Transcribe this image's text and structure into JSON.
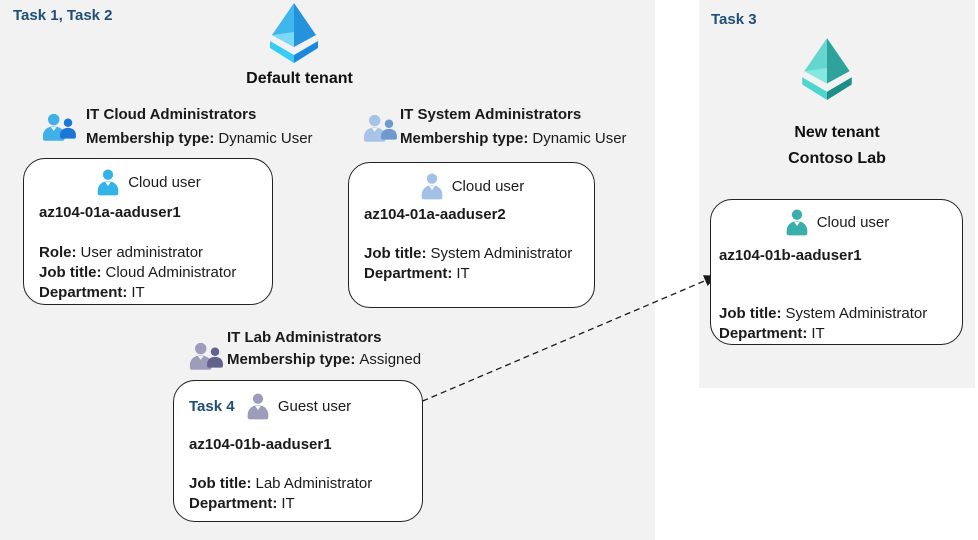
{
  "colors": {
    "panel_bg": "#f2f2f2",
    "card_bg": "#ffffff",
    "card_border": "#222222",
    "task_label": "#1f4e79",
    "text": "#1a1a1a",
    "arrow": "#1a1a1a",
    "white": "#ffffff",
    "tenant_blue": {
      "left": "#3fb6ec",
      "right": "#2492dc",
      "highlight": "#79d9f6",
      "band_left": "#36cdf4",
      "band_right": "#1d87de"
    },
    "tenant_teal": {
      "left": "#64d5cf",
      "right": "#2fa39b",
      "highlight": "#86e6e0",
      "band_left": "#4cd6cf",
      "band_right": "#1e8f88"
    },
    "group_blue": {
      "front": "#3fb0e8",
      "back": "#1b76d8"
    },
    "group_steel": {
      "front": "#a9c3e6",
      "back": "#6f9ad0"
    },
    "group_gray": {
      "front": "#9d9dbb",
      "back": "#62628c"
    },
    "user_blue": "#33b4e8",
    "user_steel": "#a3c0e6",
    "user_gray": "#9d9dbb",
    "user_teal": "#3aaeab",
    "notch_on_card": "#ffffff",
    "notch_on_panel": "#f2f2f2"
  },
  "left_panel": {
    "task_label": "Task 1, Task 2",
    "tenant_name": "Default tenant",
    "groups": [
      {
        "title": "IT Cloud Administrators",
        "membership_label": "Membership type:",
        "membership_value": "Dynamic User"
      },
      {
        "title": "IT System Administrators",
        "membership_label": "Membership type:",
        "membership_value": "Dynamic User"
      },
      {
        "title": "IT Lab Administrators",
        "membership_label": "Membership type:",
        "membership_value": "Assigned"
      }
    ],
    "cards": [
      {
        "user_type": "Cloud user",
        "name": "az104-01a-aaduser1",
        "rows": [
          {
            "label": "Role:",
            "value": "User administrator"
          },
          {
            "label": "Job title:",
            "value": "Cloud Administrator"
          },
          {
            "label": "Department:",
            "value": "IT"
          }
        ]
      },
      {
        "user_type": "Cloud user",
        "name": "az104-01a-aaduser2",
        "rows": [
          {
            "label": "Job title:",
            "value": "System Administrator"
          },
          {
            "label": "Department:",
            "value": "IT"
          }
        ]
      },
      {
        "task_label": "Task 4",
        "user_type": "Guest user",
        "name": "az104-01b-aaduser1",
        "rows": [
          {
            "label": "Job title:",
            "value": "Lab Administrator"
          },
          {
            "label": "Department:",
            "value": "IT"
          }
        ]
      }
    ]
  },
  "right_panel": {
    "task_label": "Task 3",
    "tenant_name_line1": "New tenant",
    "tenant_name_line2": "Contoso Lab",
    "card": {
      "user_type": "Cloud user",
      "name": "az104-01b-aaduser1",
      "rows": [
        {
          "label": "Job title:",
          "value": "System Administrator"
        },
        {
          "label": "Department:",
          "value": "IT"
        }
      ]
    }
  }
}
